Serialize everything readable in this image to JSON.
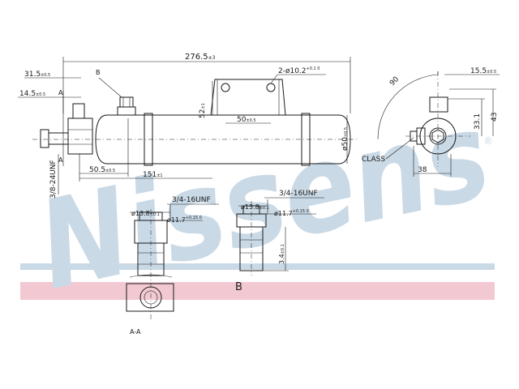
{
  "watermark": {
    "text": "Nissens",
    "reg_mark": "®",
    "color": "#c9d9e6"
  },
  "band": {
    "color": "#f2c9d2"
  },
  "labels": {
    "overall_length": "276.5",
    "overall_length_tol": "±3",
    "holes_prefix": "2-ø10.2",
    "holes_tol": "+0.1 0",
    "offset_31": "31.5",
    "offset_31_tol": "±0.5",
    "offset_14": "14.5",
    "offset_14_tol": "±0.5",
    "section_letter_top": "A",
    "section_letter_bottom": "A",
    "detail_marker": "B",
    "thread_side": "3/8-24UNF",
    "height_52": "52",
    "height_52_tol": "±1",
    "bracket_50": "50",
    "bracket_50_tol": "±0.5",
    "dia_50": "ø50",
    "dia_50_tol": "±0.5",
    "len_50": "50.5",
    "len_50_tol": "±0.5",
    "len_151": "151",
    "len_151_tol": "±1",
    "angle_90": "90",
    "dim_15": "15.5",
    "dim_15_tol": "±0.5",
    "dim_33": "33.1",
    "dim_43": "43",
    "dim_38": "38",
    "clamp_label": "CLASS",
    "thread_a": "3/4-16UNF",
    "dia_13_a": "ø13.8",
    "dia_13_a_tol": "±0.1",
    "dia_11_a": "ø11.7",
    "dia_11_a_tol": "+0.15 0",
    "thread_b": "3/4-16UNF",
    "dia_13_b": "ø13.8",
    "dia_13_b_tol": "±0.1",
    "dia_11_b": "ø11.7",
    "dia_11_b_tol": "+0.15 0",
    "dim_3_4": "3.4",
    "dim_3_4_tol": "±0.1",
    "detail_b": "B",
    "section_aa": "A-A"
  }
}
